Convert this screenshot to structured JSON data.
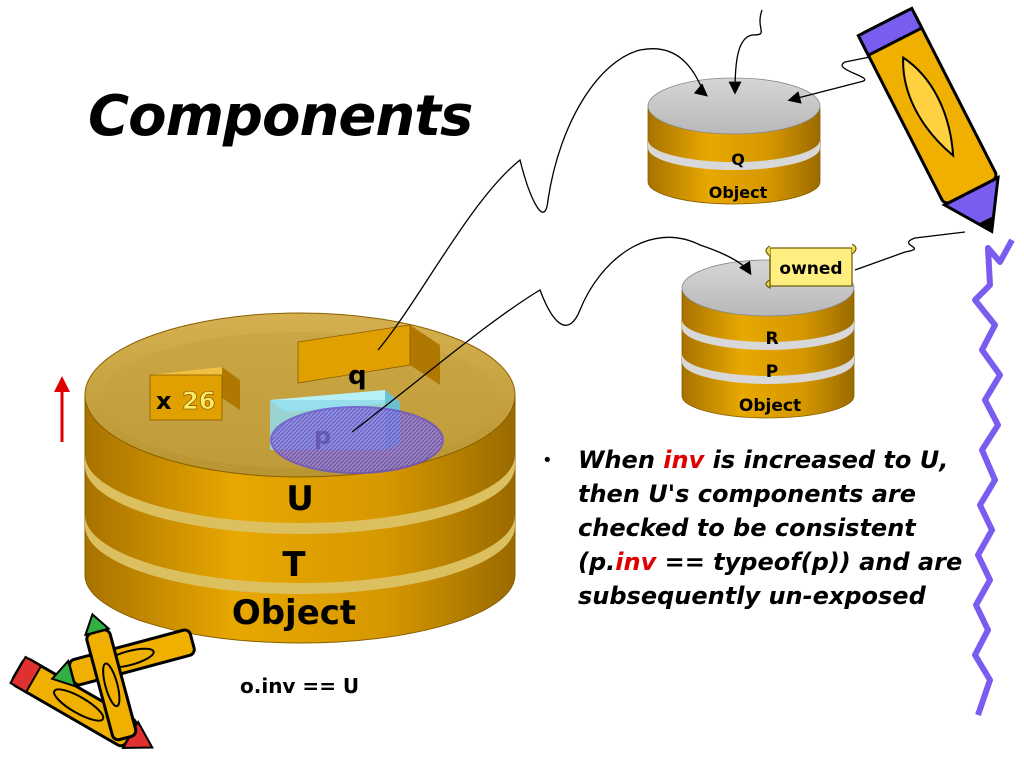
{
  "slide": {
    "title": "Components",
    "bullet": {
      "part1": "When ",
      "inv1": "inv",
      "part2": " is increased to U, then U's components are checked to be consistent (p.",
      "inv2": "inv",
      "part3": " == typeof(p)) and are subsequently un-exposed"
    },
    "caption": "o.inv == U"
  },
  "big_object": {
    "layers": [
      "U",
      "T",
      "Object"
    ],
    "field_x_label": "x",
    "field_x_value": "26",
    "field_q_label": "q",
    "field_p_label": "p"
  },
  "object_q": {
    "layers": [
      "Q",
      "Object"
    ]
  },
  "object_rp": {
    "layers": [
      "R",
      "P",
      "Object"
    ],
    "tag": "owned"
  },
  "colors": {
    "gold": "#e0a000",
    "gold_dark": "#b07800",
    "disk_top_gray": "#c8c8c8",
    "accent_red": "#e00000",
    "oval_purple": "#6a4fd0",
    "squiggle_purple": "#7a5cf0"
  },
  "icons": [
    "pencil-icon",
    "crayon-icon",
    "up-arrow-icon"
  ]
}
